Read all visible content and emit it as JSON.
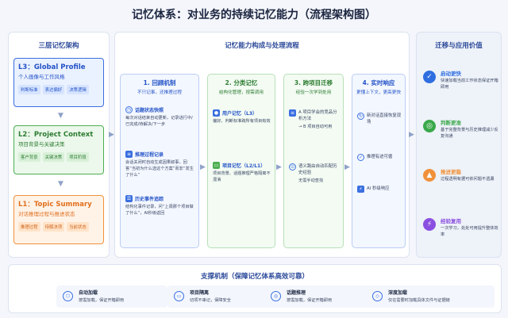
{
  "title": "记忆体系：对业务的持续记忆能力（流程架构图）",
  "left": {
    "title": "三层记忆架构",
    "layers": [
      {
        "title": "L3：Global Profile",
        "subtitle": "个人画像与工作风格",
        "tags": [
          "判断标准",
          "表达偏好",
          "决策逻辑"
        ]
      },
      {
        "title": "L2：Project Context",
        "subtitle": "项目背景与关键决策",
        "tags": [
          "客户背景",
          "关键决策",
          "项目阶段"
        ]
      },
      {
        "title": "L1：Topic Summary",
        "subtitle": "对话推理过程与推进状态",
        "tags": [
          "推理过程",
          "待解决项",
          "当前状态"
        ]
      }
    ],
    "arrow": "▼"
  },
  "middle": {
    "title": "记忆能力构成与处理流程",
    "arrow": "▶",
    "steps": [
      {
        "title": "1. 回顾机制",
        "subtitle": "不只记事，还推理过程",
        "items": [
          {
            "label": "话题状态快照",
            "desc": "每次对话结束自动更新，记录进行中/已完成/待解决/下一步"
          },
          {
            "label": "推理过程记录",
            "desc": "会话关闭时自动生成因果叙事，回答“当初为什么选这个方案”而非“发生了什么”"
          },
          {
            "label": "历史事件追踪",
            "desc": "结构化事件记录，问“上周那个项目做了什么”，AI秒级返回"
          }
        ]
      },
      {
        "title": "2. 分类记忆",
        "subtitle": "结构化管理，按需调用",
        "items": [
          {
            "label": "用户记忆（L3）",
            "desc": "偏好、判断标准跨所有项目有效"
          },
          {
            "label": "项目记忆（L2/L1）",
            "desc": "项目背景、话题推理严格隔离不混淆"
          }
        ]
      },
      {
        "title": "3. 跨项目迁移",
        "subtitle": "经验一次学到处用",
        "items": [
          {
            "label": "A 项目学会的竞品分析方法",
            "desc": "→ B 项目自动可用"
          },
          {
            "label": "语义路由自动匹配历史经验",
            "desc": "无需手动查找"
          }
        ]
      },
      {
        "title": "4. 实时响应",
        "subtitle": "更懂上下文，更高更快",
        "items": [
          {
            "label": "新对话直接恢复现场"
          },
          {
            "label": "推理有迹可循"
          },
          {
            "label": "AI 秒级响应"
          }
        ]
      }
    ]
  },
  "right": {
    "title": "迁移与应用价值",
    "apps": [
      {
        "title": "启动更快",
        "desc": "快速加载当前工作状态保证开箱即用",
        "color": "#2f6ee0",
        "icon": "✓"
      },
      {
        "title": "判断更准",
        "desc": "基于完整背景与历史推理减少反复沟通",
        "color": "#3aa84a",
        "icon": "◎"
      },
      {
        "title": "推进更稳",
        "desc": "过程透明有据可依问题不遗漏",
        "color": "#f0913a",
        "icon": "▲"
      },
      {
        "title": "经验复用",
        "desc": "一次学习，处处可用提升整体效率",
        "color": "#8a4fe0",
        "icon": "⚡"
      }
    ]
  },
  "support": {
    "title": "支撑机制（保障记忆体系高效可靠）",
    "items": [
      {
        "label": "自动加载",
        "desc": "按需加载，保证开箱即用"
      },
      {
        "label": "项目隔离",
        "desc": "切项不串记，保障安全"
      },
      {
        "label": "话题推理",
        "desc": "按需加载，保证开箱即用"
      },
      {
        "label": "深度加载",
        "desc": "仅在需要时加载具体文件与证据链"
      }
    ]
  }
}
